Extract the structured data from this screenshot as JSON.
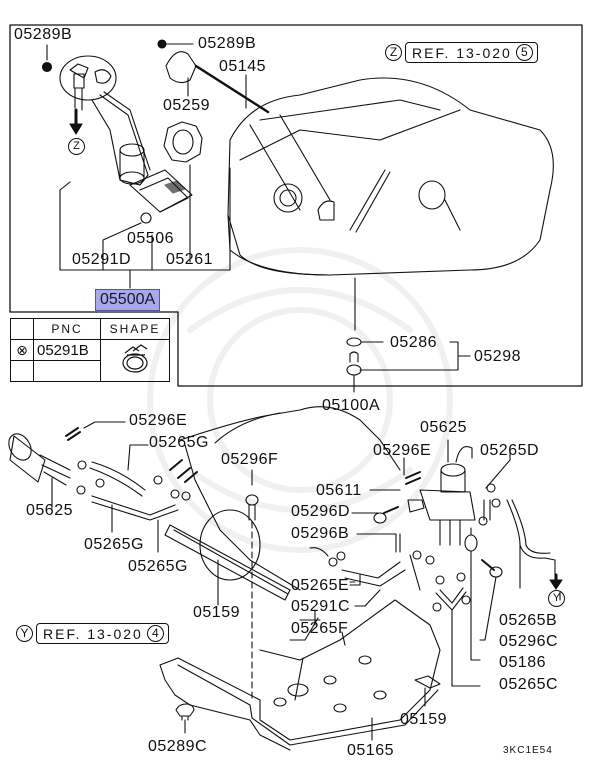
{
  "diagram": {
    "code": "3KC1E54",
    "highlight": {
      "label": "05500A",
      "color": "#a9a9e6"
    },
    "refs": [
      {
        "marker": "Z",
        "text": "REF. 13-020",
        "sub": "5"
      },
      {
        "marker": "Y",
        "text": "REF. 13-020",
        "sub": "4"
      }
    ],
    "table": {
      "headers": [
        "PNC",
        "SHAPE"
      ],
      "rows": [
        {
          "symbol": "⊗",
          "pnc": "05291B",
          "shape": "hose-clamp"
        }
      ]
    },
    "arrow_markers": [
      "Z",
      "Y"
    ],
    "upper_labels": {
      "p05289B_left": "05289B",
      "p05289B_top": "05289B",
      "p05145": "05145",
      "p05259": "05259",
      "p05506": "05506",
      "p05291D": "05291D",
      "p05261": "05261",
      "p05286": "05286",
      "p05298": "05298",
      "p05100A": "05100A"
    },
    "lower_labels": {
      "p05296E_left": "05296E",
      "p05265G_top": "05265G",
      "p05296F": "05296F",
      "p05625_left": "05625",
      "p05265G_mid": "05265G",
      "p05265G_low": "05265G",
      "p05625_right": "05625",
      "p05296E_right": "05296E",
      "p05265D": "05265D",
      "p05611": "05611",
      "p05296D": "05296D",
      "p05296B": "05296B",
      "p05265E": "05265E",
      "p05291C": "05291C",
      "p05265F": "05265F",
      "p05159_left": "05159",
      "p05265B": "05265B",
      "p05296C": "05296C",
      "p05186": "05186",
      "p05265C": "05265C",
      "p05159_right": "05159",
      "p05289C": "05289C",
      "p05165": "05165"
    }
  }
}
